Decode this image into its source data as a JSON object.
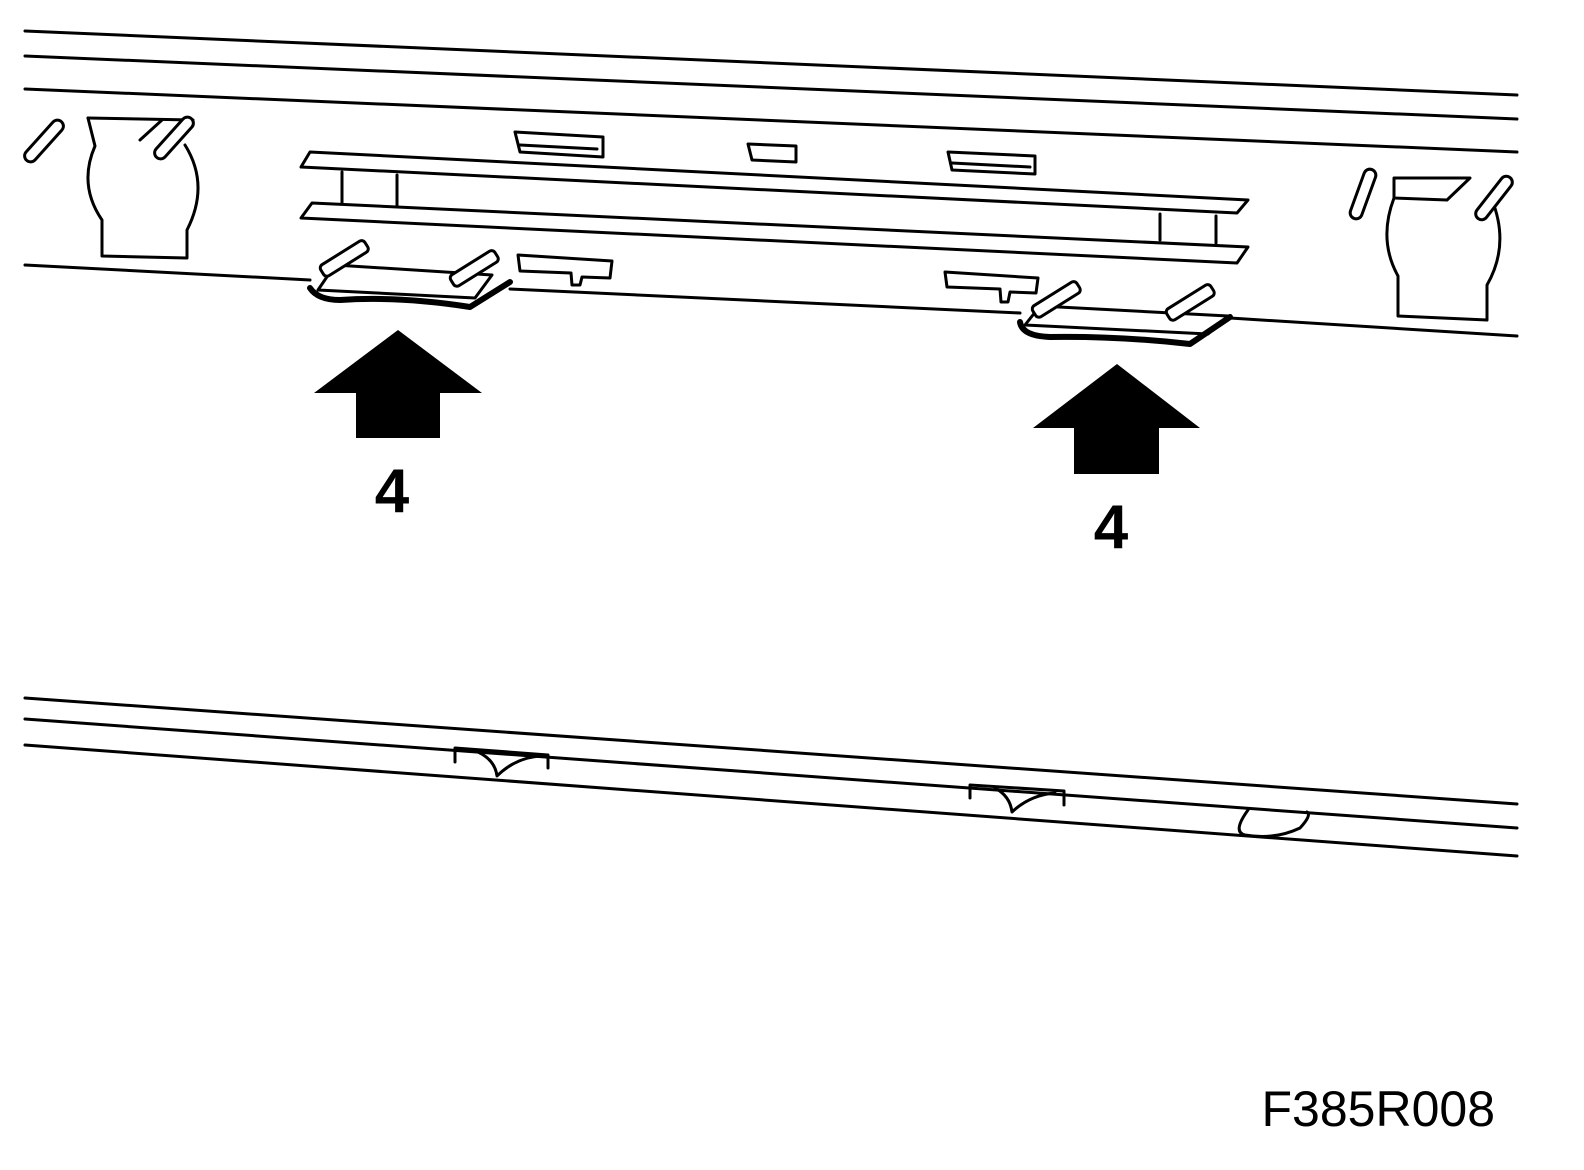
{
  "callouts": [
    {
      "label": "4"
    },
    {
      "label": "4"
    }
  ],
  "figure_code": "F385R008"
}
